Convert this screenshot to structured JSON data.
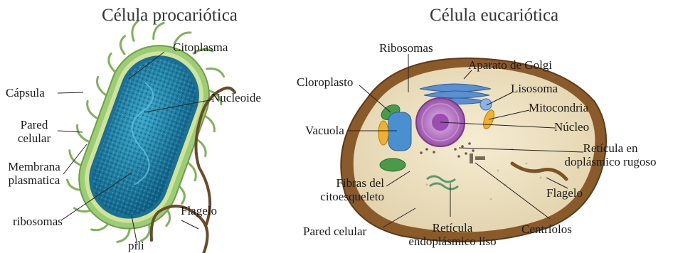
{
  "titles": {
    "prokaryote": "Célula procariótica",
    "eukaryote": "Célula eucariótica"
  },
  "prokaryote_labels": {
    "citoplasma": "Citoplasma",
    "nucleoide": "Nucleoide",
    "capsula": "Cápsula",
    "pared_1": "Pared",
    "pared_2": "celular",
    "membrana_1": "Membrana",
    "membrana_2": "plasmatica",
    "ribosomas": "ribosomas",
    "flagelo": "Flagelo",
    "pili": "pili"
  },
  "eukaryote_labels": {
    "ribosomas": "Ribosomas",
    "golgi": "Aparato de Golgi",
    "cloroplasto": "Cloroplasto",
    "lisosoma": "Lisosoma",
    "mitocondria": "Mitocondria",
    "vacuola": "Vacuola",
    "nucleo": "Núcleo",
    "reticulo_rugoso_1": "Retícula en",
    "reticulo_rugoso_2": "doplásmico rugoso",
    "fibras_1": "Fibras del",
    "fibras_2": "citoesqueleto",
    "flagelo": "Flagelo",
    "pared": "Pared celular",
    "reticulo_liso_1": "Retícula",
    "reticulo_liso_2": "endoplásmico liso",
    "centriolos": "Centríolos"
  },
  "colors": {
    "capsule_green": "#8fbf6a",
    "cytoplasm_blue": "#1f7fa6",
    "cell_wall_brown": "#7a5326",
    "cytoplasm_beige": "#efe3c4",
    "nucleus_purple": "#b06ab8",
    "vacuole_blue": "#4a8fd0",
    "mito_orange": "#f0b030",
    "chloroplast_green": "#4a9a4a"
  }
}
